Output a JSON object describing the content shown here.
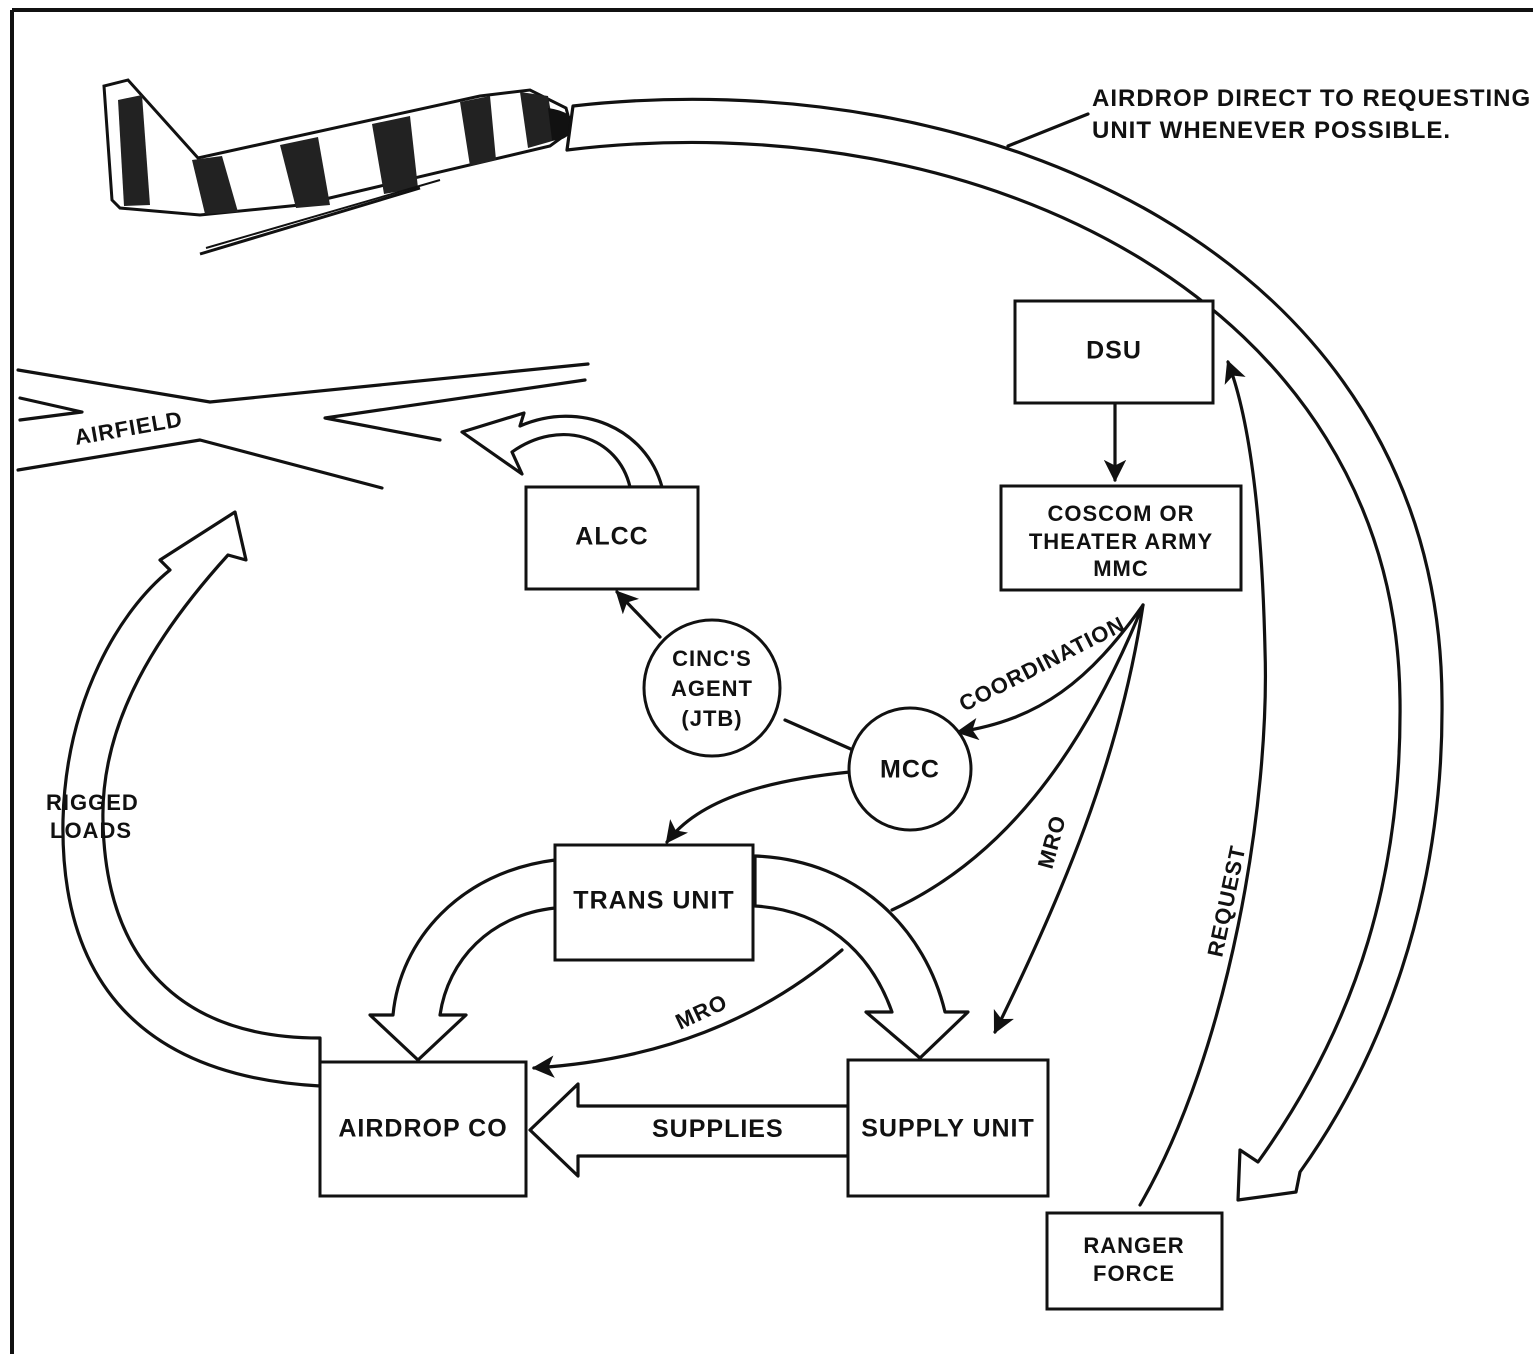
{
  "annotation": {
    "line1": "AIRDROP DIRECT TO REQUESTING",
    "line2": "UNIT WHENEVER POSSIBLE."
  },
  "nodes": {
    "dsu": "DSU",
    "coscom": {
      "line1": "COSCOM OR",
      "line2": "THEATER ARMY",
      "line3": "MMC"
    },
    "alcc": "ALCC",
    "cinc": {
      "line1": "CINC'S",
      "line2": "AGENT",
      "line3": "(JTB)"
    },
    "mcc": "MCC",
    "trans_unit": "TRANS UNIT",
    "airdrop_co": "AIRDROP CO",
    "supply_unit": "SUPPLY UNIT",
    "ranger": {
      "line1": "RANGER",
      "line2": "FORCE"
    }
  },
  "labels": {
    "airfield": "AIRFIELD",
    "coordination": "COORDINATION",
    "mro_right": "MRO",
    "mro_left": "MRO",
    "request": "REQUEST",
    "supplies": "SUPPLIES",
    "rigged_loads": {
      "line1": "RIGGED",
      "line2": "LOADS"
    }
  }
}
